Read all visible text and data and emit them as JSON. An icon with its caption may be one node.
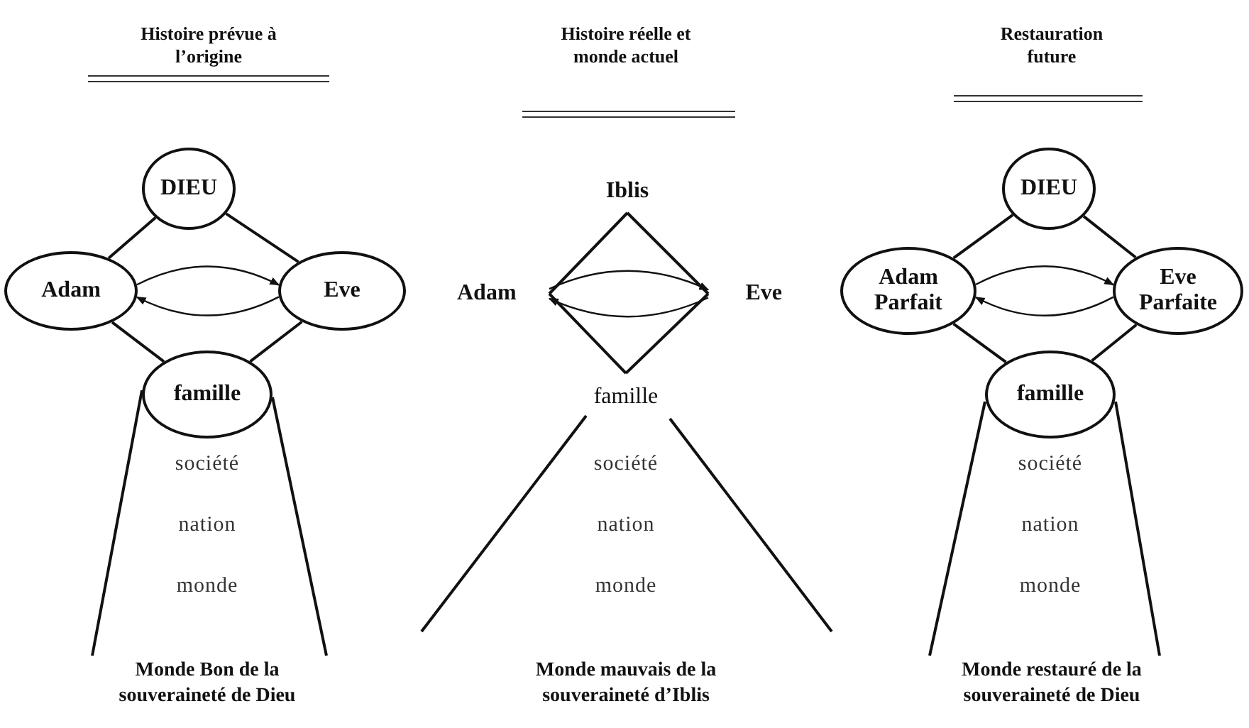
{
  "diagram": {
    "nodes": [
      {
        "text": [
          "DIEU"
        ]
      },
      {
        "text": [
          "Adam"
        ]
      },
      {
        "text": [
          "Eve"
        ]
      },
      {
        "text": [
          "famille"
        ]
      },
      {
        "text": [
          "Iblis"
        ]
      },
      {
        "text": [
          "Adam"
        ]
      },
      {
        "text": [
          "Eve"
        ]
      },
      {
        "text": [
          "famille"
        ]
      },
      {
        "text": [
          "DIEU"
        ]
      },
      {
        "text": [
          "Adam Parfait"
        ]
      },
      {
        "text": [
          "Eve Parfaite"
        ]
      },
      {
        "text": [
          "famille"
        ]
      }
    ],
    "edges": [
      {
        "from": 0,
        "to": 1,
        "arrow": "none"
      },
      {
        "from": 0,
        "to": 2,
        "arrow": "none"
      },
      {
        "from": 1,
        "to": 3,
        "arrow": "none"
      },
      {
        "from": 2,
        "to": 3,
        "arrow": "none"
      },
      {
        "from": 1,
        "to": 2,
        "arrow": "to"
      },
      {
        "from": 2,
        "to": 1,
        "arrow": "to"
      },
      {
        "from": 4,
        "to": 5,
        "arrow": "none"
      },
      {
        "from": 4,
        "to": 6,
        "arrow": "none"
      },
      {
        "from": 5,
        "to": 7,
        "arrow": "none"
      },
      {
        "from": 6,
        "to": 7,
        "arrow": "none"
      },
      {
        "from": 5,
        "to": 6,
        "arrow": "to"
      },
      {
        "from": 6,
        "to": 5,
        "arrow": "to"
      },
      {
        "from": 8,
        "to": 9,
        "arrow": "none"
      },
      {
        "from": 8,
        "to": 10,
        "arrow": "none"
      },
      {
        "from": 9,
        "to": 11,
        "arrow": "none"
      },
      {
        "from": 10,
        "to": 11,
        "arrow": "none"
      },
      {
        "from": 9,
        "to": 10,
        "arrow": "to"
      },
      {
        "from": 10,
        "to": 9,
        "arrow": "to"
      }
    ],
    "labels": [
      "Histoire prévue à l’origine",
      "Histoire réelle et monde actuel",
      "Restauration future",
      "société",
      "société",
      "société",
      "nation",
      "nation",
      "nation",
      "monde",
      "monde",
      "monde",
      "Monde Bon de la souveraineté de Dieu",
      "Monde mauvais de la souveraineté d’Iblis",
      "Monde restauré de la souveraineté de Dieu"
    ]
  }
}
